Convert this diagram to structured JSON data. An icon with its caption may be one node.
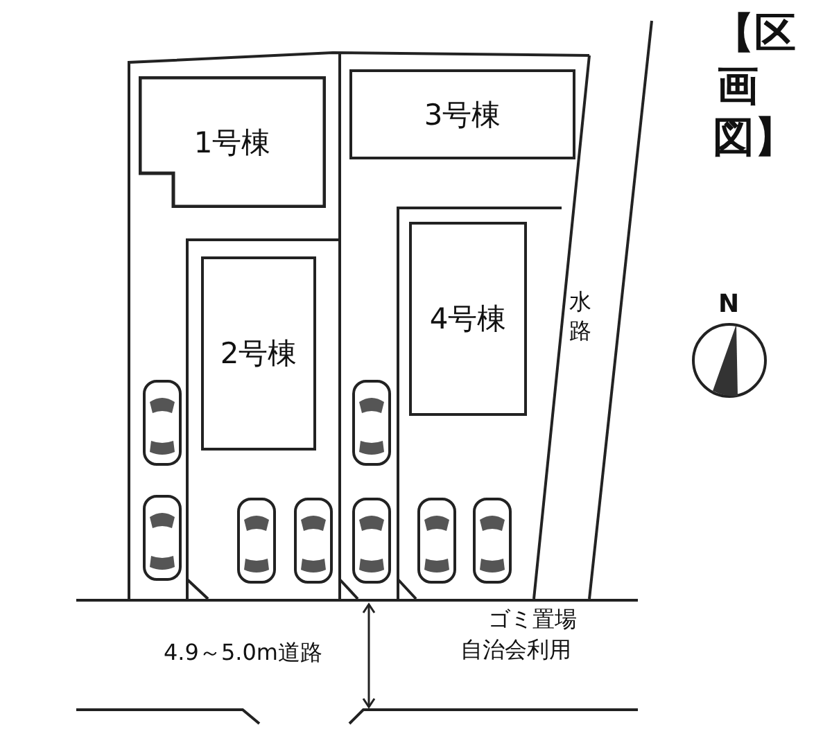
{
  "diagram": {
    "title": "【区画図】",
    "nodes": [
      {
        "text": [
          "1号棟"
        ]
      },
      {
        "text": [
          "3号棟"
        ]
      },
      {
        "text": [
          "2号棟"
        ]
      },
      {
        "text": [
          "4号棟"
        ]
      }
    ],
    "labels": [
      "水路",
      "N",
      "ゴミ置場",
      "4.9～5.0m道路",
      "自治会利用"
    ]
  }
}
